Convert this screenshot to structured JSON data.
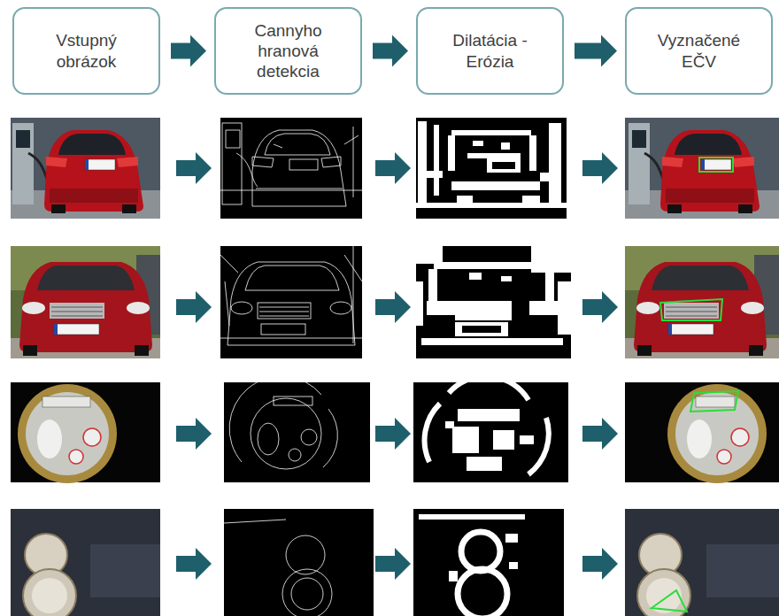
{
  "diagram": {
    "nodes": [
      {
        "text": [
          "Vstupný obrázok"
        ]
      },
      {
        "text": [
          "Cannyho hranová detekcia"
        ]
      },
      {
        "text": [
          "Dilatácia - Erózia"
        ]
      },
      {
        "text": [
          "Vyznačené EČV"
        ]
      }
    ],
    "edges": [
      {
        "from": 0,
        "to": 1,
        "arrow": "to"
      },
      {
        "from": 1,
        "to": 2,
        "arrow": "to"
      },
      {
        "from": 2,
        "to": 3,
        "arrow": "to"
      }
    ]
  }
}
